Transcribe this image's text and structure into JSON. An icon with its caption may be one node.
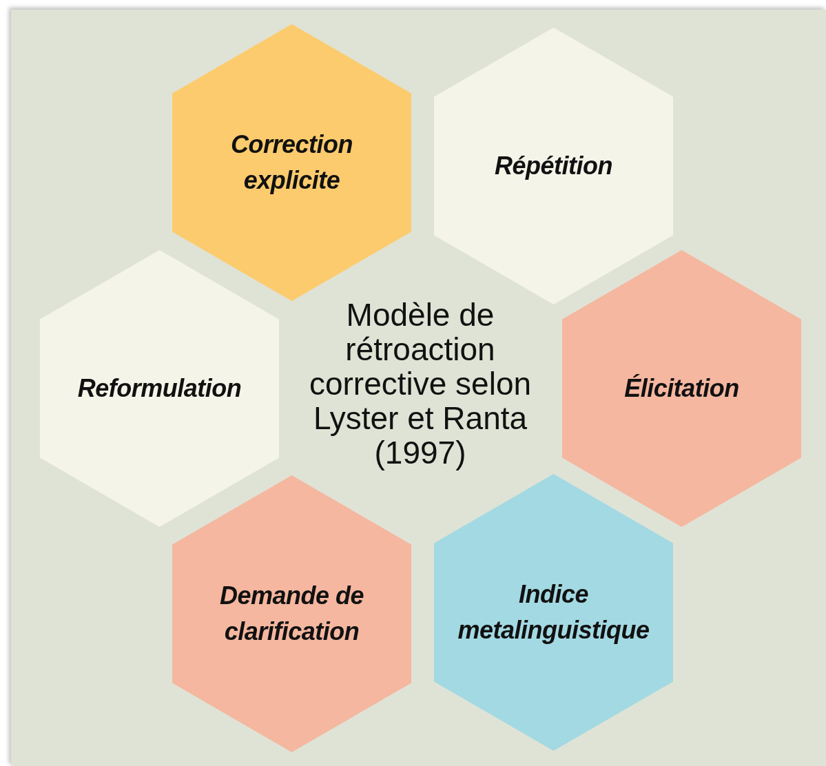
{
  "diagram": {
    "title": "Modèle de rétroaction corrective selon Lyster et Ranta (1997)",
    "nodes": [
      {
        "text": [
          "Correction explicite"
        ]
      },
      {
        "text": [
          "Répétition"
        ]
      },
      {
        "text": [
          "Reformulation"
        ]
      },
      {
        "text": [
          "Élicitation"
        ]
      },
      {
        "text": [
          "Demande de clarification"
        ]
      },
      {
        "text": [
          "Indice metalinguistique"
        ]
      }
    ],
    "edges": []
  }
}
